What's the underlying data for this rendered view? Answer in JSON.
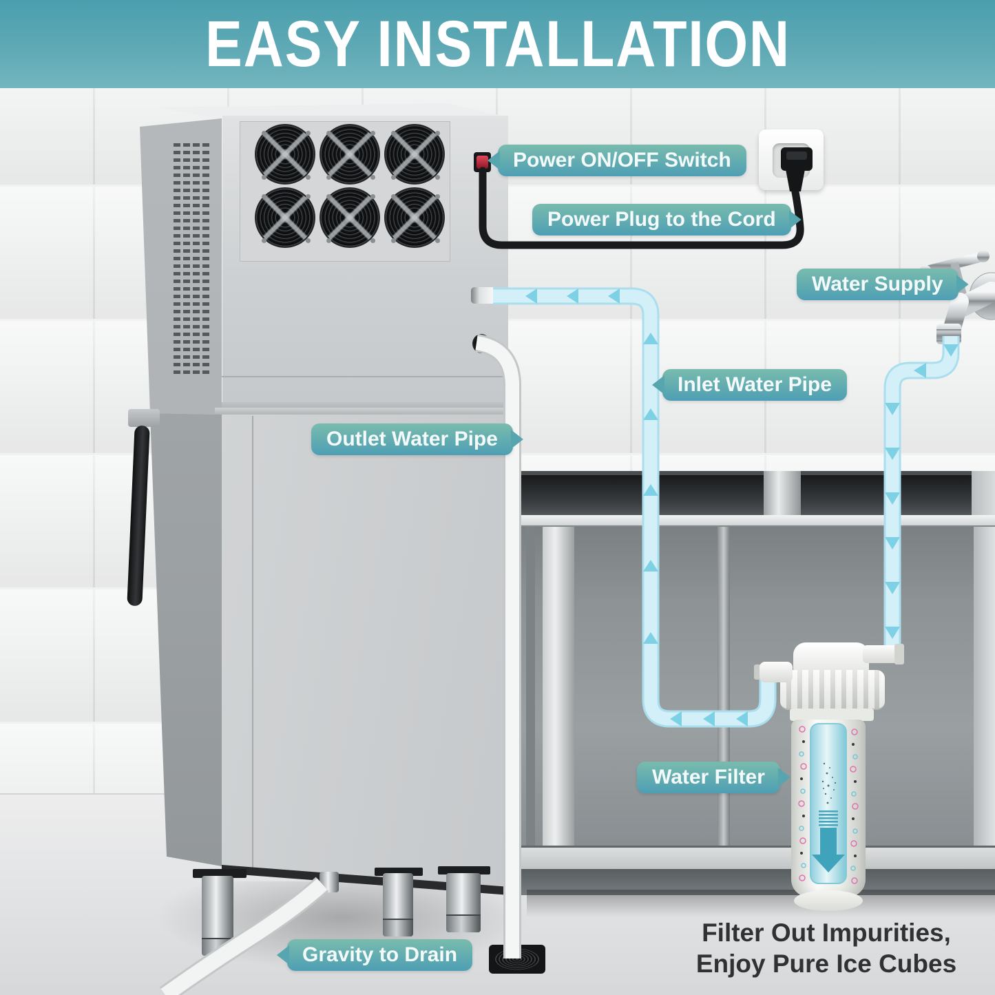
{
  "header": {
    "title": "EASY INSTALLATION"
  },
  "labels": {
    "power_switch": "Power ON/OFF Switch",
    "power_plug": "Power Plug to the Cord",
    "water_supply": "Water Supply",
    "inlet_pipe": "Inlet Water Pipe",
    "outlet_pipe": "Outlet Water Pipe",
    "water_filter": "Water Filter",
    "gravity_drain": "Gravity to Drain"
  },
  "caption": {
    "line1": "Filter Out Impurities,",
    "line2": "Enjoy Pure Ice Cubes"
  },
  "colors": {
    "header_gradient_top": "#4a9fae",
    "header_gradient_bottom": "#73b6be",
    "badge_gradient_top": "#79bbad",
    "badge_gradient_bottom": "#4e9fb4",
    "badge_text": "#f4fafa",
    "pipe_water": "#d3f0f9",
    "pipe_outline": "#aadeef",
    "flow_arrow": "#7ed0e5",
    "power_cord": "#191a1b",
    "caption_text": "#2f3133"
  },
  "scene": {
    "machine": "commercial-ice-maker",
    "fan_count": 6,
    "flow_parts": [
      "faucet",
      "water-filter",
      "inlet-pipe",
      "outlet-pipe",
      "floor-drain",
      "wall-socket",
      "power-cord",
      "drain-hose"
    ]
  }
}
